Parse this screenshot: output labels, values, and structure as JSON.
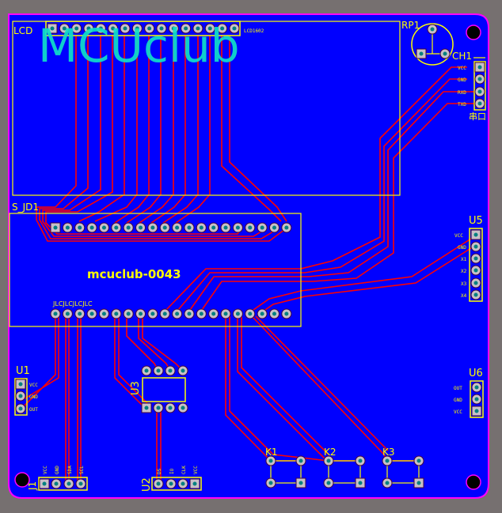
{
  "board": {
    "logo_text": "MCUclub",
    "board_name": "mcuclub-0043",
    "jlc_mark": "JLCJLCJLCJLC",
    "colors": {
      "board": "#0000ff",
      "silk": "#ffff00",
      "trace": "#ff0000",
      "edge": "#ff00ff",
      "logo": "#10e0c8",
      "background": "#767070"
    }
  },
  "lcd": {
    "designator": "LCD",
    "part": "LCD1602"
  },
  "rp1": {
    "designator": "RP1"
  },
  "ch1": {
    "designator": "CH1",
    "note": "串口",
    "pins": [
      "VCC",
      "GND",
      "RXD",
      "TXD"
    ]
  },
  "s_jd1": {
    "designator": "S_JD1"
  },
  "u5": {
    "designator": "U5",
    "pins": [
      "VCC",
      "GND",
      "X1",
      "X2",
      "X3",
      "X4"
    ]
  },
  "u6": {
    "designator": "U6",
    "pins": [
      "OUT",
      "GND",
      "VCC"
    ]
  },
  "u1": {
    "designator": "U1",
    "pins": [
      "VCC",
      "GND",
      "OUT"
    ]
  },
  "u3": {
    "designator": "U3"
  },
  "j_oled": {
    "designator": "J1",
    "pins": [
      "VCC",
      "GND",
      "SDA",
      "SCL"
    ]
  },
  "u2": {
    "designator": "U2",
    "pins": [
      "DS",
      "IO",
      "CLK",
      "VCC"
    ]
  },
  "keys": [
    {
      "designator": "K1"
    },
    {
      "designator": "K2"
    },
    {
      "designator": "K3"
    }
  ]
}
